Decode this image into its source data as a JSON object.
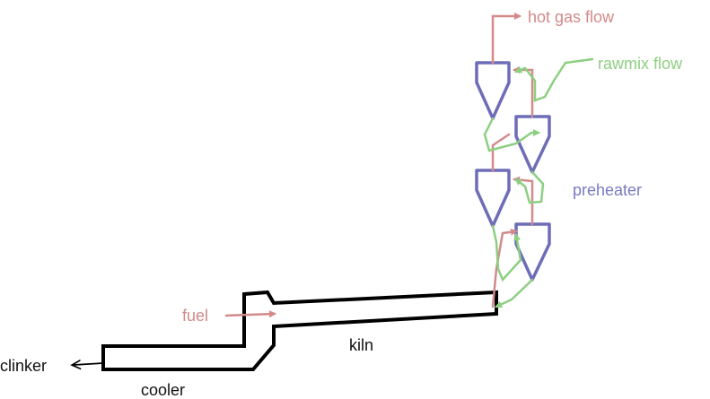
{
  "labels": {
    "hot_gas_flow": "hot gas flow",
    "rawmix_flow": "rawmix flow",
    "preheater": "preheater",
    "fuel": "fuel",
    "kiln": "kiln",
    "clinker": "clinker",
    "cooler": "cooler"
  },
  "colors": {
    "gas": "#d28a8a",
    "rawmix": "#8ccf80",
    "preheater": "#7a7ac2",
    "outline": "#000000",
    "label_dark": "#111111"
  }
}
